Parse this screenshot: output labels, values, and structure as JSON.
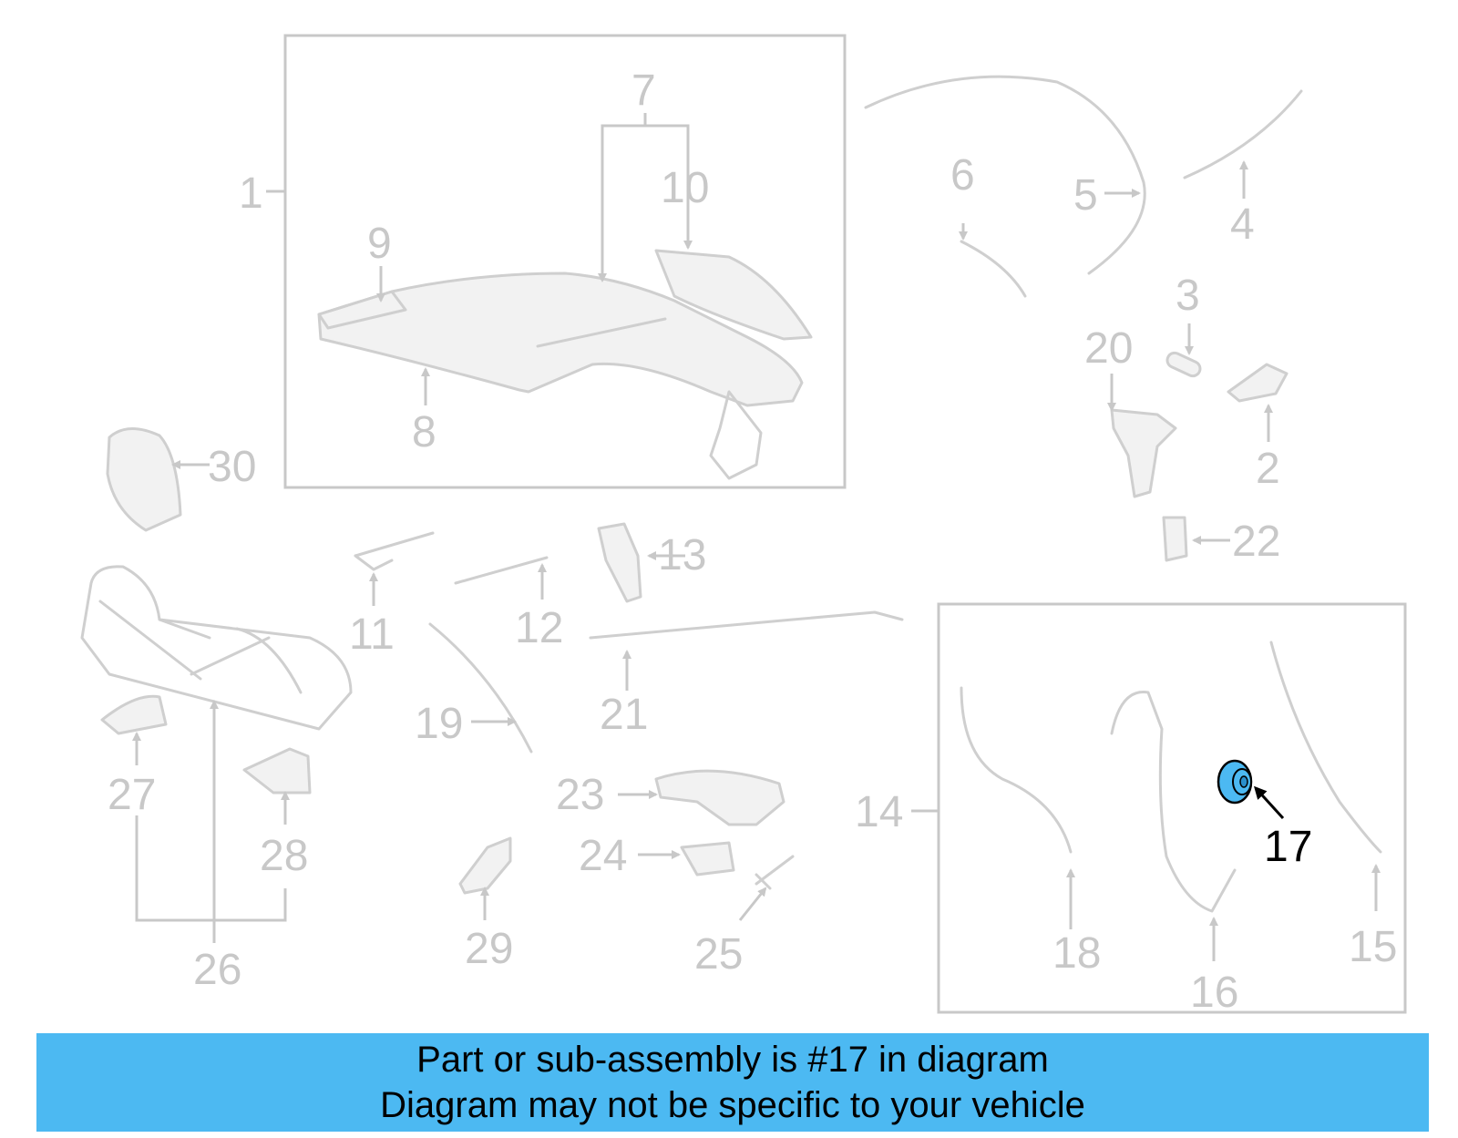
{
  "callouts": {
    "c1": "1",
    "c2": "2",
    "c3": "3",
    "c4": "4",
    "c5": "5",
    "c6": "6",
    "c7": "7",
    "c8": "8",
    "c9": "9",
    "c10": "10",
    "c11": "11",
    "c12": "12",
    "c13": "13",
    "c14": "14",
    "c15": "15",
    "c16": "16",
    "c17": "17",
    "c18": "18",
    "c19": "19",
    "c20": "20",
    "c21": "21",
    "c22": "22",
    "c23": "23",
    "c24": "24",
    "c25": "25",
    "c26": "26",
    "c27": "27",
    "c28": "28",
    "c29": "29",
    "c30": "30"
  },
  "highlight": {
    "part_number": "17",
    "color": "#4cb9f2"
  },
  "banner": {
    "line1": "Part or sub-assembly is #17 in diagram",
    "line2": "Diagram may not be specific to your vehicle",
    "background": "#4cb9f2"
  }
}
